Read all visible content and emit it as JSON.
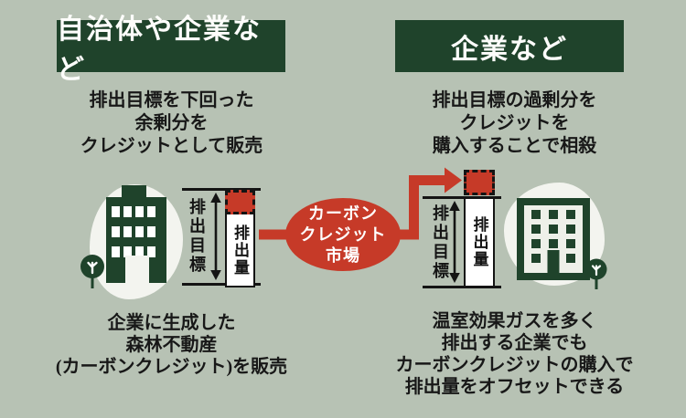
{
  "palette": {
    "background": "#b7c2b4",
    "dark_green": "#1f432b",
    "accent_red": "#c63a28",
    "off_white": "#f3f4ef",
    "line_black": "#141414"
  },
  "icons": {
    "left_building": "solid-office-building",
    "right_building": "outlined-office-building",
    "tree": "round-tree-with-branch",
    "double_arrow": "vertical-double-headed-arrow",
    "flow_arrow": "elbow-arrow-right"
  },
  "left_panel": {
    "header": "自治体や企業など",
    "top_lines": [
      "排出目標を下回った",
      "余剰分を",
      "クレジットとして販売"
    ],
    "bottom_lines": [
      "企業に生成した",
      "森林不動産",
      "(カーボンクレジット)を販売"
    ],
    "chart": {
      "target_label": "排出目標",
      "emission_label": "排出量"
    }
  },
  "right_panel": {
    "header": "企業など",
    "top_lines": [
      "排出目標の過剰分を",
      "クレジットを",
      "購入することで相殺"
    ],
    "bottom_lines": [
      "温室効果ガスを多く",
      "排出する企業でも",
      "カーボンクレジットの購入で",
      "排出量をオフセットできる"
    ],
    "chart": {
      "target_label": "排出目標",
      "emission_label": "排出量"
    }
  },
  "market": {
    "lines": [
      "カーボン",
      "クレジット",
      "市場"
    ]
  }
}
